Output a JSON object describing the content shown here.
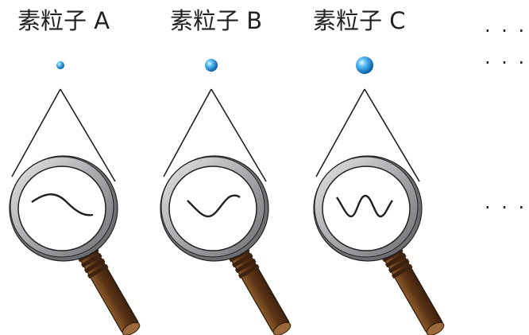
{
  "particles": [
    {
      "label": "素粒子 A",
      "wave": "low-frequency"
    },
    {
      "label": "素粒子 B",
      "wave": "medium-frequency"
    },
    {
      "label": "素粒子 C",
      "wave": "high-frequency"
    }
  ],
  "ellipsis": ". . . .",
  "colors": {
    "rim": "#b6b8bb",
    "rim_dark": "#58595b",
    "handle": "#6b3e1e",
    "handle_dark": "#3d2210",
    "particle": "#1a8fd6",
    "line": "#231f20"
  }
}
